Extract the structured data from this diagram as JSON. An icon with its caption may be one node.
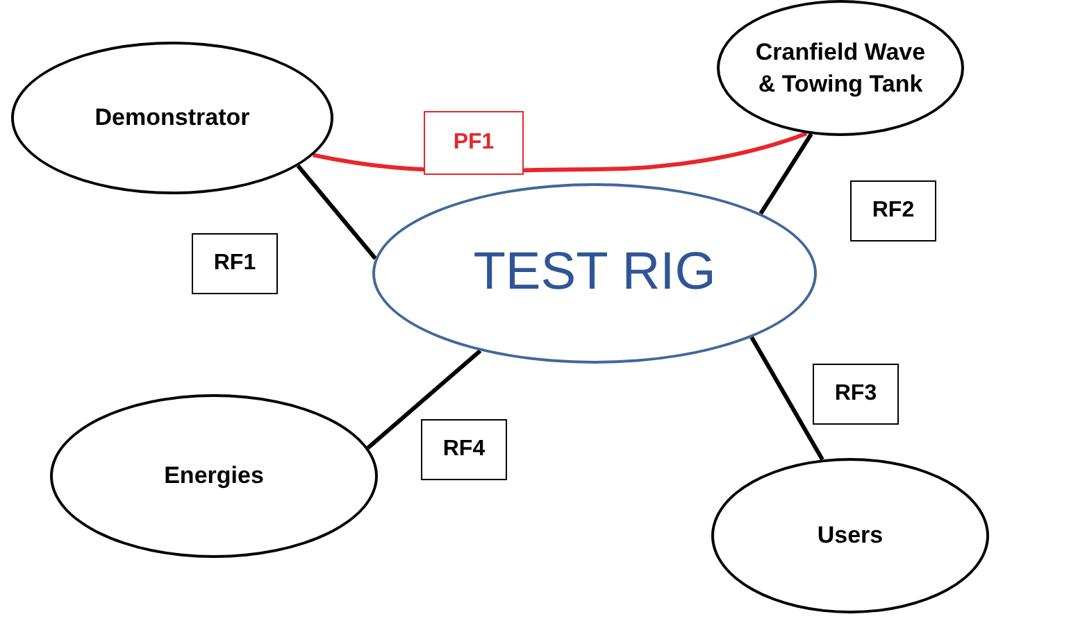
{
  "diagram": {
    "nodes": [
      {
        "text": [
          "Demonstrator"
        ]
      },
      {
        "text": [
          "Cranfield Wave & Towing Tank"
        ]
      },
      {
        "text": [
          "TEST RIG"
        ]
      },
      {
        "text": [
          "Energies"
        ]
      },
      {
        "text": [
          "Users"
        ]
      }
    ],
    "edges": [
      {
        "from": 0,
        "to": 2,
        "arrow": "none",
        "label": "RF1"
      },
      {
        "from": 1,
        "to": 2,
        "arrow": "none",
        "label": "RF2"
      },
      {
        "from": 2,
        "to": 4,
        "arrow": "none",
        "label": "RF3"
      },
      {
        "from": 2,
        "to": 3,
        "arrow": "none",
        "label": "RF4"
      },
      {
        "from": 0,
        "to": 1,
        "arrow": "none",
        "label": "PF1",
        "color": "#e8262a"
      }
    ]
  }
}
